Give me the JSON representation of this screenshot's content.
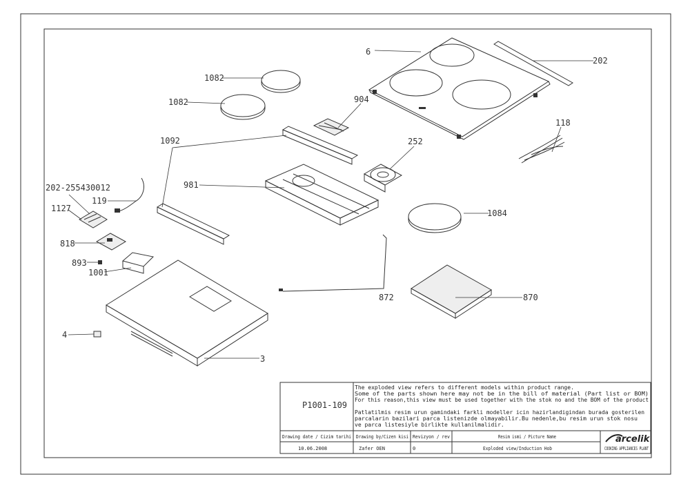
{
  "callouts": {
    "c6": "6",
    "c202": "202",
    "c1082a": "1082",
    "c1082b": "1082",
    "c904": "904",
    "c1092": "1092",
    "c252": "252",
    "c118": "118",
    "c981": "981",
    "c202long": "202-255430012",
    "c119": "119",
    "c1127": "1127",
    "c1084": "1084",
    "c818": "818",
    "c893": "893",
    "c1001": "1001",
    "c872": "872",
    "c870": "870",
    "c4": "4",
    "c3": "3"
  },
  "title_block": {
    "drawing_no": "P1001-109",
    "note_en_1": "The exploded view refers to different models within product range.",
    "note_en_2": "Some of the parts shown here may not be in the bill of material (Part list or BOM)",
    "note_en_3": "For this reason,this view must be used together with the stok no and the BOM of the product",
    "note_tr_1": "Patlatilmis resim urun gamindaki farkli modeller icin hazirlandigindan burada gosterilen",
    "note_tr_2": "parcalarin bazilari parca listenizde olmayabilir.Bu nedenle,bu resim urun stok nosu",
    "note_tr_3": "ve parca listesiyle birlikte kullanilmalidir.",
    "h_date": "Drawing date / Cizim tarihi",
    "h_by": "Drawing by/Cizen kisi",
    "h_rev": "Revizyon / rev",
    "h_pic": "Resim ismi / Picture Name",
    "v_date": "10.06.2008",
    "v_by": "Zafer OEN",
    "v_rev": "0",
    "v_pic": "Exploded view/Induction Hob",
    "brand": "arcelik",
    "brand_sub": "COOKING APPLIANCES PLANT"
  }
}
